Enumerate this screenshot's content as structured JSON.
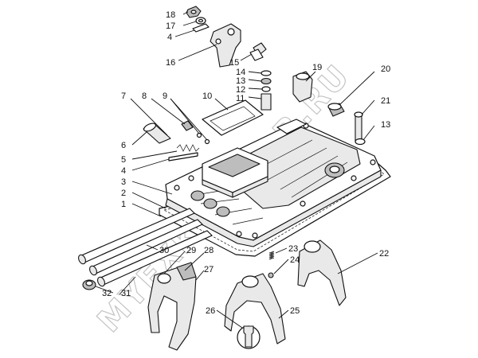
{
  "watermark": "MYEXKAVATOR.RU",
  "callouts": [
    {
      "id": "18",
      "text": "18"
    },
    {
      "id": "17",
      "text": "17"
    },
    {
      "id": "4a",
      "text": "4"
    },
    {
      "id": "16",
      "text": "16"
    },
    {
      "id": "15",
      "text": "15"
    },
    {
      "id": "14",
      "text": "14"
    },
    {
      "id": "13a",
      "text": "13"
    },
    {
      "id": "12",
      "text": "12"
    },
    {
      "id": "11",
      "text": "11"
    },
    {
      "id": "19",
      "text": "19"
    },
    {
      "id": "20",
      "text": "20"
    },
    {
      "id": "21",
      "text": "21"
    },
    {
      "id": "13b",
      "text": "13"
    },
    {
      "id": "7",
      "text": "7"
    },
    {
      "id": "8",
      "text": "8"
    },
    {
      "id": "9",
      "text": "9"
    },
    {
      "id": "10",
      "text": "10"
    },
    {
      "id": "6",
      "text": "6"
    },
    {
      "id": "5",
      "text": "5"
    },
    {
      "id": "4b",
      "text": "4"
    },
    {
      "id": "3",
      "text": "3"
    },
    {
      "id": "2",
      "text": "2"
    },
    {
      "id": "1",
      "text": "1"
    },
    {
      "id": "30",
      "text": "30"
    },
    {
      "id": "29",
      "text": "29"
    },
    {
      "id": "28",
      "text": "28"
    },
    {
      "id": "27",
      "text": "27"
    },
    {
      "id": "23",
      "text": "23"
    },
    {
      "id": "24",
      "text": "24"
    },
    {
      "id": "22",
      "text": "22"
    },
    {
      "id": "32",
      "text": "32"
    },
    {
      "id": "31",
      "text": "31"
    },
    {
      "id": "26",
      "text": "26"
    },
    {
      "id": "25",
      "text": "25"
    }
  ]
}
